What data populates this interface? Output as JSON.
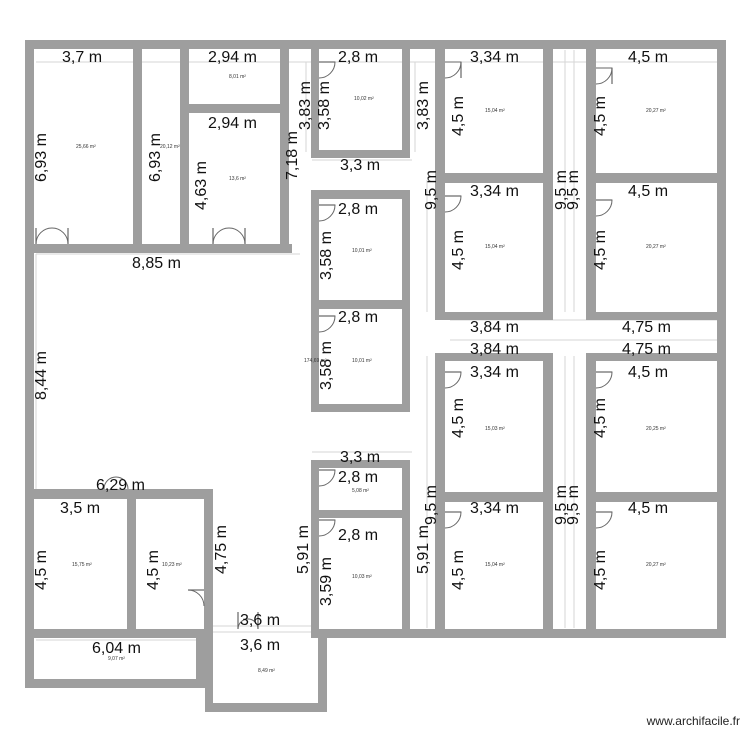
{
  "watermark": "www.archifacile.fr",
  "dimensions": {
    "r1_w": "3,7 m",
    "r2_w": "2,94 m",
    "r3_w": "2,94 m",
    "r4_w": "2,8 m",
    "r5_w": "3,34 m",
    "r6_w": "4,5 m",
    "r1_h": "6,93 m",
    "r2b_h": "6,93 m",
    "r3_h": "4,63 m",
    "r4_h": "3,58 m",
    "left_383": "3,83 m",
    "right_383": "3,83 m",
    "r5_h": "4,5 m",
    "r6_h": "4,5 m",
    "corridor_h": "7,18 m",
    "r4_bottom": "3,3 m",
    "top_left_w": "8,85 m",
    "r7_w": "3,34 m",
    "r8_w": "4,5 m",
    "r9_w": "2,8 m",
    "r7_h": "4,5 m",
    "r8_h": "4,5 m",
    "r9_h": "3,58 m",
    "v95_1": "9,5 m",
    "v95_2": "9,5 m",
    "v95_3": "9,5 m",
    "c1": "3,84 m",
    "c2": "4,75 m",
    "c3": "3,84 m",
    "c4": "4,75 m",
    "r10_w": "2,8 m",
    "r10_h": "3,58 m",
    "left_hall": "8,44 m",
    "r11_w": "3,34 m",
    "r12_w": "4,5 m",
    "r11_h": "4,5 m",
    "r12_h": "4,5 m",
    "v95_4": "9,5 m",
    "v95_5": "9,5 m",
    "v95_6": "9,5 m",
    "r13_top": "3,3 m",
    "r13_w": "2,8 m",
    "w629": "6,29 m",
    "r14_w": "3,5 m",
    "r16_w": "3,34 m",
    "r17_w": "4,5 m",
    "r15_w": "2,8 m",
    "r14_h": "4,5 m",
    "r15b_h": "4,5 m",
    "h475": "4,75 m",
    "h591a": "5,91 m",
    "h591b": "5,91 m",
    "r16_h": "4,5 m",
    "r17_h": "4,5 m",
    "r15_h": "3,59 m",
    "b36a": "3,6 m",
    "b604": "6,04 m",
    "b36b": "3,6 m"
  },
  "areas": {
    "a1": "25,66 m²",
    "a2": "20,12 m²",
    "a3": "8,01 m²",
    "a4": "13,6 m²",
    "a5": "10,02 m²",
    "a6": "15,04 m²",
    "a7": "20,27 m²",
    "a8": "15,04 m²",
    "a9": "20,27 m²",
    "a10": "10,01 m²",
    "a11": "10,01 m²",
    "a12": "174,69 m²",
    "a13": "15,03 m²",
    "a14": "20,25 m²",
    "a15": "5,08 m²",
    "a16": "15,75 m²",
    "a17": "10,23 m²",
    "a18": "10,03 m²",
    "a19": "15,04 m²",
    "a20": "20,27 m²",
    "a21": "9,07 m²",
    "a22": "8,49 m²"
  }
}
